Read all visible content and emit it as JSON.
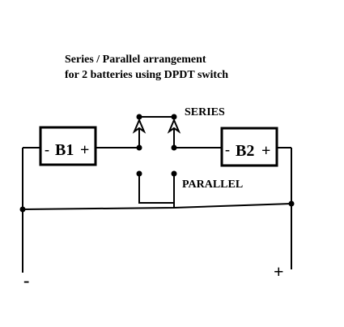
{
  "title": {
    "line1": "Series / Parallel arrangement",
    "line2": "for 2 batteries using DPDT switch"
  },
  "switch": {
    "series_label": "SERIES",
    "parallel_label": "PARALLEL"
  },
  "batteries": [
    {
      "label": "B1",
      "neg": "-",
      "pos": "+"
    },
    {
      "label": "B2",
      "neg": "-",
      "pos": "+"
    }
  ],
  "terminals": {
    "negative": "-",
    "positive": "+"
  }
}
